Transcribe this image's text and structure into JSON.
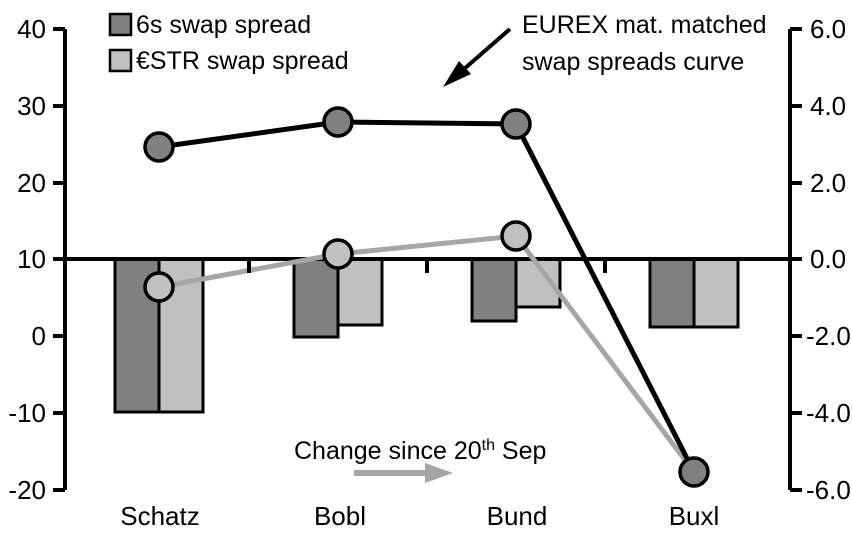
{
  "chart_data": {
    "type": "bar",
    "title": "",
    "subtitle": "",
    "xlabel": "",
    "ylabel": "",
    "categories": [
      "Schatz",
      "Bobl",
      "Bund",
      "Buxl"
    ],
    "grid": false,
    "legend_position": "top-left",
    "left_axis": {
      "ticks": [
        "40",
        "30",
        "20",
        "10",
        "0",
        "-10",
        "-20"
      ],
      "tick_values": [
        40,
        30,
        20,
        10,
        0,
        -10,
        -20
      ],
      "ylim": [
        -20,
        40
      ],
      "zero_line_value": 10
    },
    "right_axis": {
      "ticks": [
        "6.0",
        "4.0",
        "2.0",
        "0.0",
        "-2.0",
        "-4.0",
        "-6.0"
      ],
      "tick_values": [
        6.0,
        4.0,
        2.0,
        0.0,
        -2.0,
        -4.0,
        -6.0
      ],
      "ylim": [
        -6.0,
        6.0
      ],
      "zero_line_value": 0.0
    },
    "series": [
      {
        "name": "6s swap spread",
        "kind": "bar",
        "axis": "left",
        "color": "#808080",
        "values": [
          -10.3,
          0.0,
          1.9,
          1.1
        ]
      },
      {
        "name": "€STR swap spread",
        "kind": "bar",
        "axis": "left",
        "color": "#c0c0c0",
        "values": [
          -10.3,
          0.8,
          3.4,
          1.1
        ]
      },
      {
        "name": "EUREX mat. matched swap spreads curve",
        "kind": "line",
        "axis": "left",
        "color": "#000000",
        "marker_color": "#808080",
        "values": [
          24.6,
          27.9,
          27.3,
          -18.0
        ],
        "right_axis_values": [
          2.9,
          3.35,
          3.25,
          -5.65
        ]
      },
      {
        "name": "Change since 20th Sep",
        "kind": "line",
        "axis": "left",
        "color": "#a6a6a6",
        "marker_color": "#c0c0c0",
        "values": [
          6.1,
          10.5,
          12.8,
          -18.0
        ],
        "right_axis_values": [
          -0.85,
          0.05,
          0.37,
          -5.65
        ]
      }
    ],
    "annotations": [
      {
        "id": "curve-annotation",
        "text_line1": "EUREX mat. matched",
        "text_line2": "swap spreads curve",
        "arrow": "down-left"
      },
      {
        "id": "change-annotation",
        "text": "Change since 20",
        "superscript": "th",
        "text_tail": " Sep",
        "arrow": "right"
      }
    ]
  },
  "legend": {
    "items": [
      {
        "label": "6s swap spread",
        "color": "#808080"
      },
      {
        "label": "€STR swap spread",
        "color": "#c0c0c0"
      }
    ]
  },
  "axes": {
    "left_ticks": [
      "40",
      "30",
      "20",
      "10",
      "0",
      "-10",
      "-20"
    ],
    "right_ticks": [
      "6.0",
      "4.0",
      "2.0",
      "0.0",
      "-2.0",
      "-4.0",
      "-6.0"
    ],
    "categories": [
      "Schatz",
      "Bobl",
      "Bund",
      "Buxl"
    ]
  },
  "annotations": {
    "curve_line1": "EUREX mat. matched",
    "curve_line2": "swap spreads curve",
    "change_main": "Change since 20",
    "change_sup": "th",
    "change_tail": " Sep"
  },
  "colors": {
    "bar_dark": "#808080",
    "bar_light": "#c0c0c0",
    "line_black": "#000000",
    "line_gray": "#a6a6a6",
    "axis": "#000000"
  }
}
